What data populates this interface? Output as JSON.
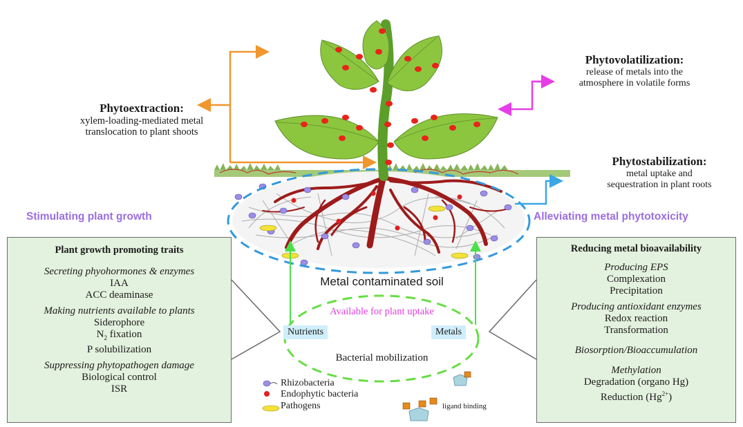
{
  "processes": {
    "phytoextraction": {
      "title": "Phytoextraction",
      "desc1": "xylem-loading-mediated metal",
      "desc2": "translocation  to plant shoots"
    },
    "phytovolatilization": {
      "title": "Phytovolatilization",
      "desc1": "release of metals into the",
      "desc2": "atmosphere in volatile forms"
    },
    "phytostabilization": {
      "title": "Phytostabilization",
      "desc1": "metal uptake and",
      "desc2": "sequestration in plant roots"
    }
  },
  "headings": {
    "left": "Stimulating plant growth",
    "right": "Alleviating metal phytotoxicity",
    "soil": "Metal contaminated soil",
    "available": "Available for plant uptake",
    "nutrients": "Nutrients",
    "metals": "Metals",
    "mobilization": "Bacterial mobilization"
  },
  "left_panel": {
    "title": "Plant growth promoting  traits",
    "g1_title": "Secreting phyohormones & enzymes",
    "g1_items": [
      "IAA",
      "ACC deaminase"
    ],
    "g2_title": "Making nutrients available to plants",
    "g2_items": [
      "Siderophore",
      "N",
      "fixation",
      "P solubilization"
    ],
    "g2_sub": "2",
    "g3_title": "Suppressing phytopathogen damage",
    "g3_items": [
      "Biological control",
      "ISR"
    ]
  },
  "right_panel": {
    "title": "Reducing metal bioavailability",
    "g1_title": "Producing EPS",
    "g1_items": [
      "Complexation",
      "Precipitation"
    ],
    "g2_title": "Producing antioxidant enzymes",
    "g2_items": [
      "Redox reaction",
      "Transformation"
    ],
    "g3_title": "Biosorption/Bioaccumulation",
    "g4_title": "Methylation",
    "g4_items": [
      "Degradation (organo Hg)",
      "Reduction (Hg",
      "2+",
      ")"
    ]
  },
  "legend": {
    "rhizobacteria": "Rhizobacteria",
    "endophytic": "Endophytic bacteria",
    "pathogens": "Pathogens",
    "ligand": "ligand binding"
  },
  "colors": {
    "orange_arrow": "#f0962e",
    "magenta_arrow": "#e63ee6",
    "blue_arrow": "#3aa6e6",
    "green_arrow": "#4ae04a",
    "panel_bg": "#e3f2de",
    "leaf": "#8cc63f",
    "root": "#9e1b1b",
    "dashed_blue": "#3399dd",
    "dashed_green": "#66dd44",
    "purple_text": "#9a6ee0",
    "magenta_text": "#e040e0"
  }
}
